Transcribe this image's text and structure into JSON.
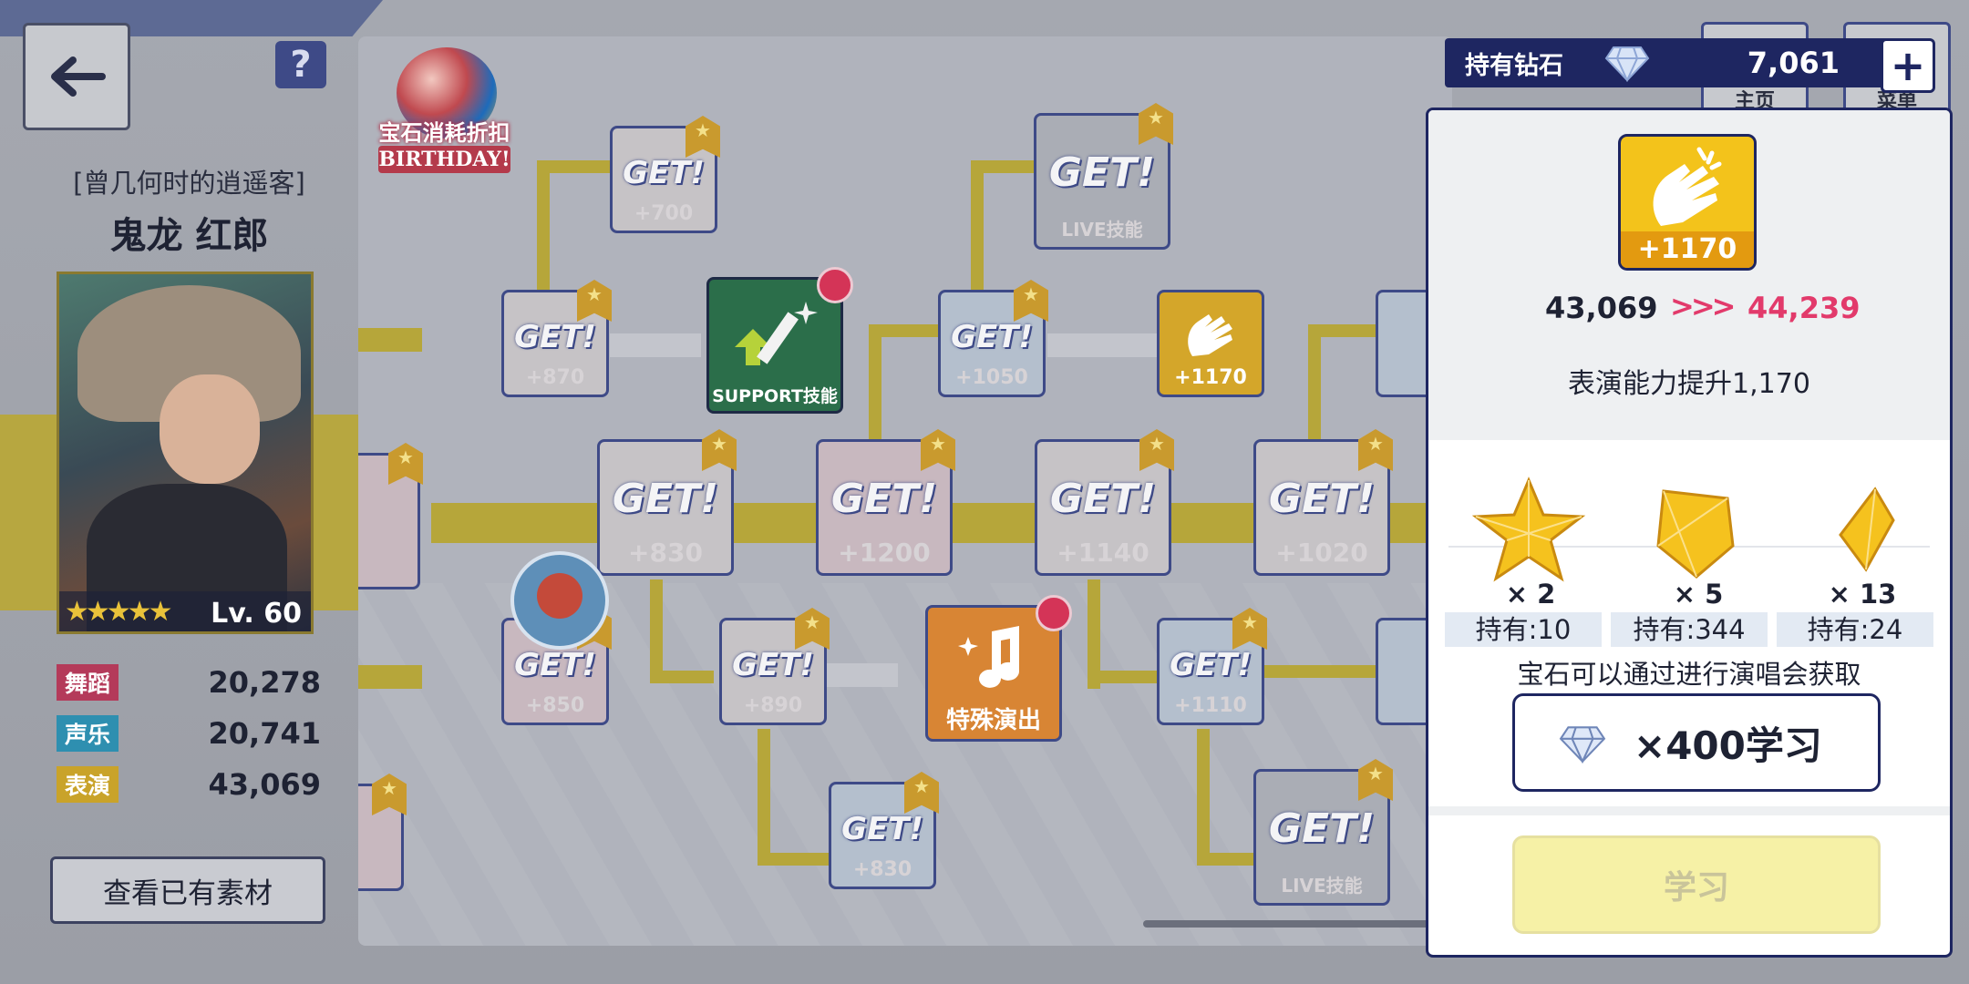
{
  "header": {
    "back_icon": "arrow-left-icon",
    "help_label": "?"
  },
  "card": {
    "subtitle": "[曾几何时的逍遥客]",
    "name": "鬼龙 红郎",
    "level": "Lv. 60",
    "stars": "★★★★★"
  },
  "stats": [
    {
      "label": "舞蹈",
      "value": "20,278",
      "color": "#b43a5a"
    },
    {
      "label": "声乐",
      "value": "20,741",
      "color": "#2e8fb0"
    },
    {
      "label": "表演",
      "value": "43,069",
      "color": "#c9a32a"
    }
  ],
  "materials_button": "查看已有素材",
  "promo": {
    "line1": "宝石消耗折扣",
    "line2": "BIRTHDAY!"
  },
  "board": {
    "get": "GET!",
    "nodes": {
      "n700": "+700",
      "nlive1": "LIVE技能",
      "n870": "+870",
      "nsupport": "SUPPORT技能",
      "n1050": "+1050",
      "nclap": "+1170",
      "n830a": "+830",
      "n1200": "+1200",
      "n1140": "+1140",
      "n1020": "+1020",
      "n850": "+850",
      "n890": "+890",
      "nspecial": "特殊演出",
      "n1110": "+1110",
      "n830b": "+830",
      "nlive2": "LIVE技能"
    }
  },
  "top_right": {
    "diamond_label": "持有钻石",
    "diamond_count": "7,061",
    "plus": "+",
    "home_label": "主页",
    "menu_label": "菜单"
  },
  "detail": {
    "skill_value": "+1170",
    "from": "43,069",
    "arrows": ">>>",
    "to": "44,239",
    "boost_text": "表演能力提升1,170",
    "materials": [
      {
        "qty": "× 2",
        "own": "持有:10"
      },
      {
        "qty": "× 5",
        "own": "持有:344"
      },
      {
        "qty": "× 13",
        "own": "持有:24"
      }
    ],
    "gem_note": "宝石可以通过进行演唱会获取",
    "gem_button": "×400学习",
    "learn_button": "学习"
  }
}
